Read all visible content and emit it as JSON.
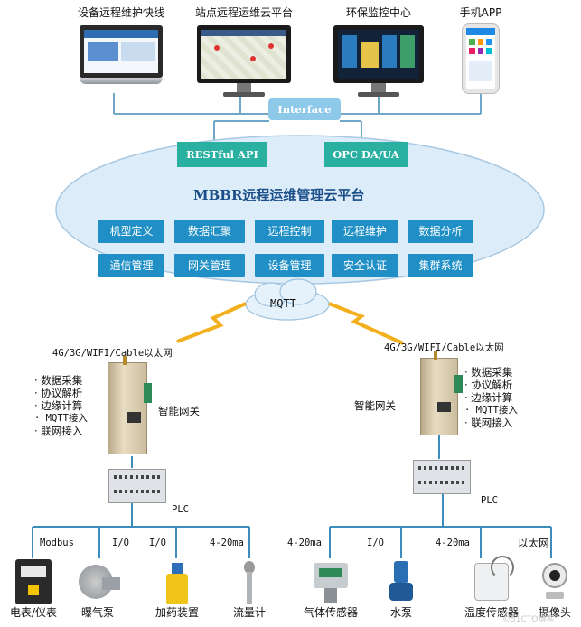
{
  "clients": [
    {
      "label": "设备远程维护快线",
      "icon": "laptop-icon"
    },
    {
      "label": "站点远程运维云平台",
      "icon": "monitor-map-icon"
    },
    {
      "label": "环保监控中心",
      "icon": "monitor-scada-icon"
    },
    {
      "label": "手机APP",
      "icon": "phone-icon"
    }
  ],
  "interface_label": "Interface",
  "apis": [
    "RESTful API",
    "OPC DA/UA"
  ],
  "platform_title": "MBBR远程运维管理云平台",
  "modules_row1": [
    "机型定义",
    "数据汇聚",
    "远程控制",
    "远程维护",
    "数据分析"
  ],
  "modules_row2": [
    "通信管理",
    "网关管理",
    "设备管理",
    "安全认证",
    "集群系统"
  ],
  "mqtt_label": "MQTT",
  "left_site": {
    "network": "4G/3G/WIFI/Cable以太网",
    "gateway_label": "智能网关",
    "features": [
      "· 数据采集",
      "· 协议解析",
      "· 边缘计算",
      "· MQTT接入",
      "· 联网接入"
    ],
    "plc_label": "PLC",
    "protocols": [
      "Modbus",
      "I/O",
      "I/O",
      "4-20ma"
    ],
    "devices": [
      {
        "label": "电表/仪表",
        "icon": "meter-icon"
      },
      {
        "label": "曝气泵",
        "icon": "blower-icon"
      },
      {
        "label": "加药装置",
        "icon": "dosing-icon"
      },
      {
        "label": "流量计",
        "icon": "flowmeter-icon"
      }
    ]
  },
  "right_site": {
    "network": "4G/3G/WIFI/Cable以太网",
    "gateway_label": "智能网关",
    "features": [
      "· 数据采集",
      "· 协议解析",
      "· 边缘计算",
      "· MQTT接入",
      "· 联网接入"
    ],
    "plc_label": "PLC",
    "protocols": [
      "4-20ma",
      "I/O",
      "4-20ma",
      "以太网"
    ],
    "devices": [
      {
        "label": "气体传感器",
        "icon": "gas-sensor-icon"
      },
      {
        "label": "水泵",
        "icon": "pump-icon"
      },
      {
        "label": "温度传感器",
        "icon": "temp-sensor-icon"
      },
      {
        "label": "摄像头",
        "icon": "camera-icon"
      }
    ]
  },
  "watermark": "©51CTO博客",
  "colors": {
    "chip": "#1f8fc5",
    "api": "#2ab0a0",
    "cloud": "#dcecf8",
    "line": "#3c8dbc",
    "lightning": "#f2b01e"
  }
}
